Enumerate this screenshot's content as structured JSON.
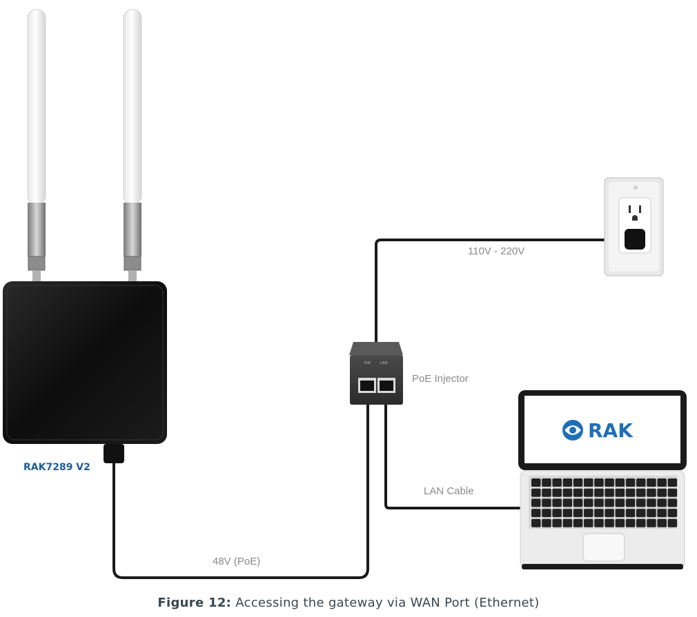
{
  "gateway": {
    "model_label": "RAK7289 V2"
  },
  "cables": {
    "power_label": "110V - 220V",
    "poe_label": "48V (PoE)",
    "lan_label": "LAN Cable"
  },
  "injector": {
    "name": "PoE Injector",
    "port_poe": "PoE",
    "port_lan": "LAN"
  },
  "laptop": {
    "screen_logo_text": "RAK"
  },
  "caption": {
    "figure_number": "Figure 12:",
    "text": "Accessing the gateway via WAN Port (Ethernet)"
  },
  "colors": {
    "cable": "#1a1a1a",
    "gateway_body": "#111111",
    "label_blue": "#1f5c99",
    "rak_blue": "#1f6fb5",
    "caption_text": "#3a4750"
  }
}
